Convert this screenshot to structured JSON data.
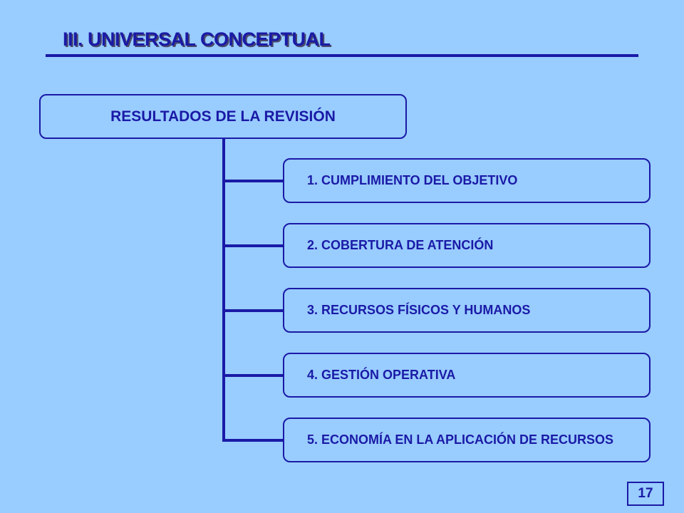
{
  "title": "III. UNIVERSAL CONCEPTUAL",
  "root": {
    "label": "RESULTADOS DE LA REVISIÓN"
  },
  "items": [
    {
      "label": "1. CUMPLIMIENTO DEL OBJETIVO"
    },
    {
      "label": "2. COBERTURA DE ATENCIÓN"
    },
    {
      "label": "3. RECURSOS FÍSICOS Y HUMANOS"
    },
    {
      "label": "4. GESTIÓN OPERATIVA"
    },
    {
      "label": "5. ECONOMÍA EN LA APLICACIÓN DE RECURSOS"
    }
  ],
  "page_number": "17",
  "colors": {
    "background": "#99ccff",
    "accent": "#1a1aa6",
    "title_shadow": "#4a4a6a"
  }
}
